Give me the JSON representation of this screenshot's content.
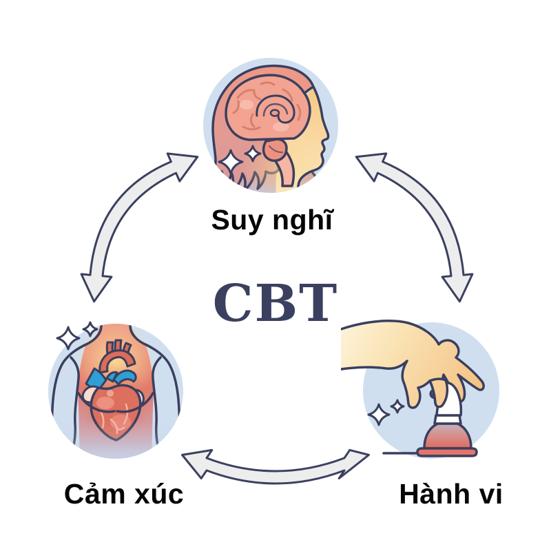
{
  "page": {
    "background": "#ffffff",
    "kind": "CBT cycle diagram"
  },
  "center": {
    "title": "CBT",
    "color": "#3b4060"
  },
  "nodes": {
    "thoughts": {
      "label": "Suy nghĩ",
      "icon": "brain-head-profile-icon"
    },
    "emotions": {
      "label": "Cảm xúc",
      "icon": "heart-in-chest-icon"
    },
    "behavior": {
      "label": "Hành vi",
      "icon": "hand-moving-chess-knight-icon"
    }
  },
  "arrows": [
    {
      "name": "arrow-thoughts-emotions",
      "style": "double-headed curved"
    },
    {
      "name": "arrow-thoughts-behavior",
      "style": "double-headed curved"
    },
    {
      "name": "arrow-emotions-behavior",
      "style": "double-headed curved"
    }
  ],
  "palette": {
    "outline_navy": "#3a3f5e",
    "circle_blue": "#cfdff0",
    "arrow_gray": "#ededed",
    "skin_salmon": "#ee9583",
    "brain_pink": "#f2a392",
    "face_gold": "#f6c985",
    "heart_red": "#dd6f5e",
    "vessel_blue": "#2f9fd6",
    "chess_base_red": "#e2746a",
    "label_black": "#060607"
  }
}
